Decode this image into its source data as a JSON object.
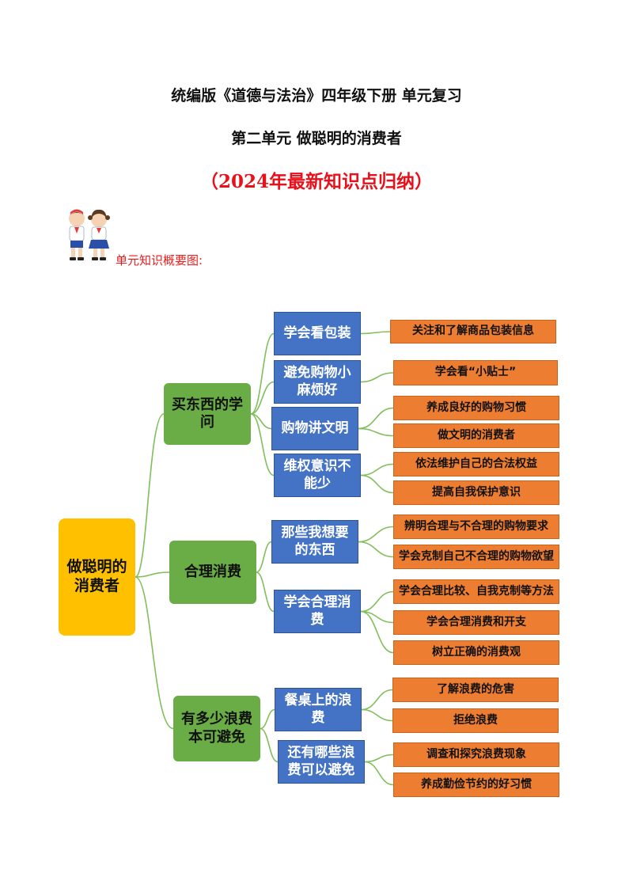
{
  "header": {
    "title": "统编版《道德与法治》四年级下册 单元复习",
    "subtitle": "第二单元 做聪明的消费者",
    "highlight": "（2024年最新知识点归纳）"
  },
  "section_label": "单元知识概要图:",
  "mindmap": {
    "root": "做聪明的消费者",
    "branches": [
      {
        "label": "买东西的学问",
        "topics": [
          {
            "label": "学会看包装",
            "points": [
              "关注和了解商品包装信息"
            ]
          },
          {
            "label": "避免购物小麻烦好",
            "points": [
              "学会看“小贴士”"
            ]
          },
          {
            "label": "购物讲文明",
            "points": [
              "养成良好的购物习惯",
              "做文明的消费者"
            ]
          },
          {
            "label": "维权意识不能少",
            "points": [
              "依法维护自己的合法权益",
              "提高自我保护意识"
            ]
          }
        ]
      },
      {
        "label": "合理消费",
        "topics": [
          {
            "label": "那些我想要的东西",
            "points": [
              "辨明合理与不合理的购物要求",
              "学会克制自己不合理的购物欲望"
            ]
          },
          {
            "label": "学会合理消费",
            "points": [
              "学会合理比较、自我克制等方法",
              "学会合理消费和开支",
              "树立正确的消费观"
            ]
          }
        ]
      },
      {
        "label": "有多少浪费本可避免",
        "topics": [
          {
            "label": "餐桌上的浪费",
            "points": [
              "了解浪费的危害",
              "拒绝浪费"
            ]
          },
          {
            "label": "还有哪些浪费可以避免",
            "points": [
              "调查和探究浪费现象",
              "养成勤俭节约的好习惯"
            ]
          }
        ]
      }
    ]
  },
  "colors": {
    "root": "#ffc000",
    "level1": "#6aad46",
    "level2": "#4472c4",
    "level3": "#ed7d31",
    "connector": "#7fbf5a",
    "title_red": "#e8101a"
  }
}
